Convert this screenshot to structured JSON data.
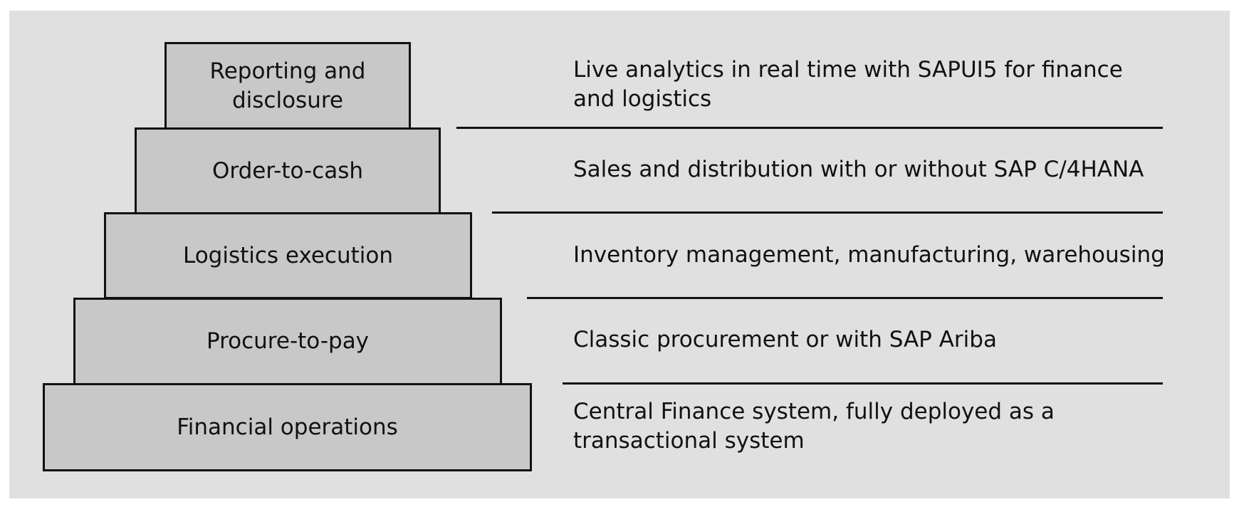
{
  "layers": [
    {
      "label": "Reporting and\ndisclosure",
      "description": "Live analytics in real time with SAPUI5 for finance\nand logistics"
    },
    {
      "label": "Order-to-cash",
      "description": "Sales and distribution with or without SAP C/4HANA"
    },
    {
      "label": "Logistics execution",
      "description": "Inventory management, manufacturing, warehousing"
    },
    {
      "label": "Procure-to-pay",
      "description": "Classic procurement or with SAP Ariba"
    },
    {
      "label": "Financial operations",
      "description": "Central Finance system, fully deployed as a\ntransactional system"
    }
  ],
  "colors": {
    "background": "#e0e0e0",
    "block_fill": "#c8c8c8",
    "stroke": "#111111"
  }
}
